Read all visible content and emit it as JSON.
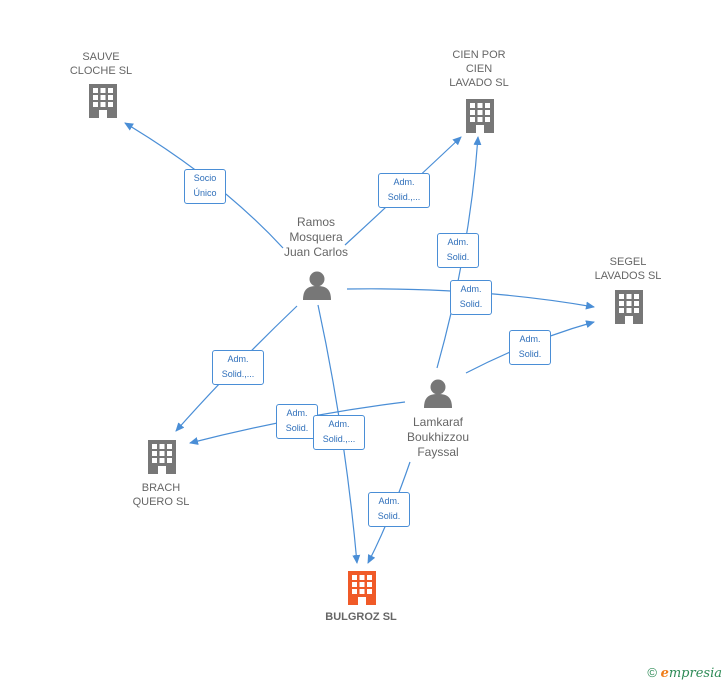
{
  "nodes": {
    "sauve": {
      "label": "SAUVE\nCLOCHE SL",
      "icon": "building-icon",
      "color": "#777777"
    },
    "cien": {
      "label": "CIEN POR\nCIEN\nLAVADO  SL",
      "icon": "building-icon",
      "color": "#777777"
    },
    "segel": {
      "label": "SEGEL\nLAVADOS  SL",
      "icon": "building-icon",
      "color": "#777777"
    },
    "brach": {
      "label": "BRACH\nQUERO  SL",
      "icon": "building-icon",
      "color": "#777777"
    },
    "bulgroz": {
      "label": "BULGROZ  SL",
      "icon": "building-icon",
      "color": "#f05a28"
    },
    "ramos": {
      "label": "Ramos\nMosquera\nJuan Carlos",
      "icon": "person-icon",
      "color": "#777777"
    },
    "lamkaraf": {
      "label": "Lamkaraf\nBoukhizzou\nFayssal",
      "icon": "person-icon",
      "color": "#777777"
    }
  },
  "edges": {
    "ramos_sauve": "Socio\nÚnico",
    "ramos_cien": "Adm.\nSolid.,...",
    "lamkaraf_cien": "Adm.\nSolid.",
    "ramos_segel": "Adm.\nSolid.",
    "lamkaraf_segel": "Adm.\nSolid.",
    "ramos_brach": "Adm.\nSolid.,...",
    "lamkaraf_brach": "Adm.\nSolid.",
    "ramos_bulgroz": "Adm.\nSolid.,...",
    "lamkaraf_bulgroz": "Adm.\nSolid."
  },
  "colors": {
    "edge": "#4a8ed6",
    "node": "#777777",
    "focus": "#f05a28"
  },
  "brand": {
    "copyright": "©",
    "e": "e",
    "rest": "mpresia"
  }
}
